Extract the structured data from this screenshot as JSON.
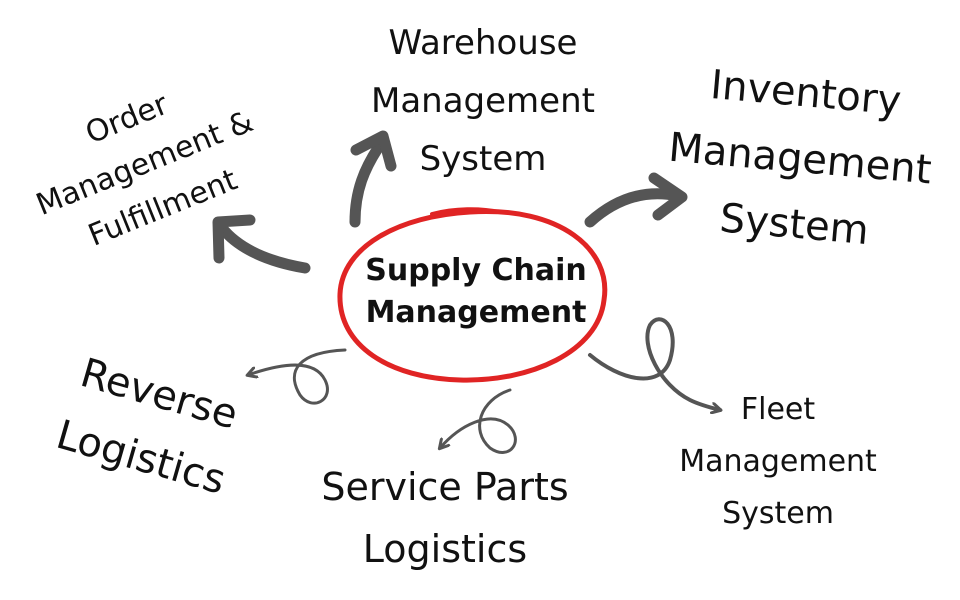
{
  "center": {
    "line1": "Supply Chain",
    "line2": "Management"
  },
  "nodes": {
    "warehouse": {
      "line1": "Warehouse",
      "line2": "Management",
      "line3": "System"
    },
    "inventory": {
      "line1": "Inventory",
      "line2": "Management",
      "line3": "System"
    },
    "order": {
      "line1": "Order",
      "line2": "Management &",
      "line3": "Fulfillment"
    },
    "reverse": {
      "line1": "Reverse",
      "line2": "Logistics"
    },
    "service": {
      "line1": "Service Parts",
      "line2": "Logistics"
    },
    "fleet": {
      "line1": "Fleet",
      "line2": "Management",
      "line3": "System"
    }
  },
  "colors": {
    "ink": "#111111",
    "arrow": "#555555",
    "circle": "#e02424"
  }
}
